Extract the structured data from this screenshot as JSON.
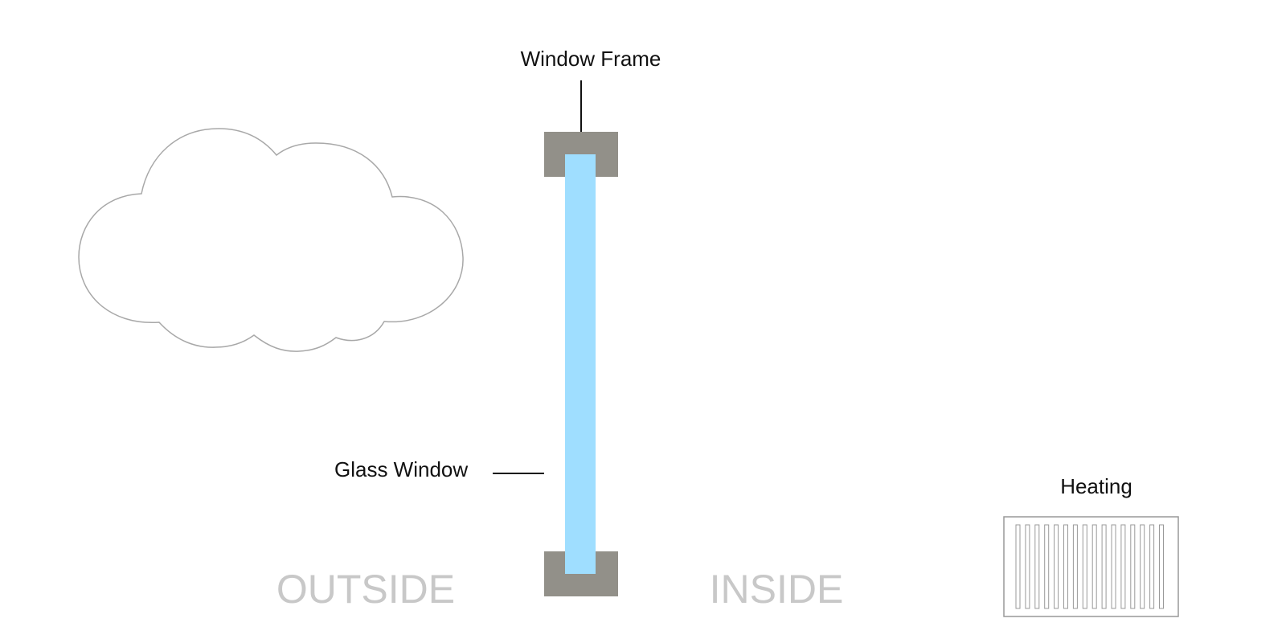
{
  "labels": {
    "window_frame": "Window Frame",
    "glass_window": "Glass Window",
    "heating": "Heating",
    "outside": "OUTSIDE",
    "inside": "INSIDE"
  },
  "colors": {
    "frame": "#929089",
    "glass": "#9fdeff",
    "cloud_stroke": "#a8a8a8",
    "region_text": "#c8c8c8",
    "leader_line": "#111111",
    "radiator_stroke": "#999999"
  },
  "icons": {
    "cloud": "cloud-icon",
    "radiator": "radiator-icon"
  }
}
